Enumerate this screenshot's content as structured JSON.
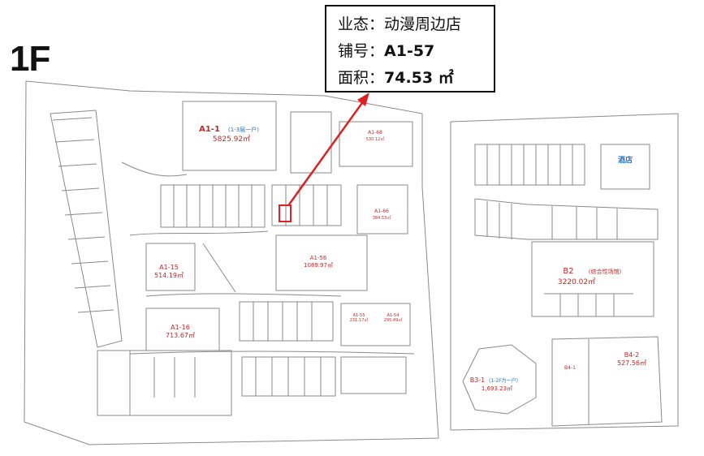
{
  "floor_label": "1F",
  "info_box": {
    "row1_label": "业态：",
    "row1_value": "动漫周边店",
    "row2_label": "铺号：",
    "row2_value": "A1-57",
    "row3_label": "面积：",
    "row3_value": "74.53 ㎡"
  },
  "colors": {
    "outline": "#8a8a8a",
    "unit_label": "#c0282a",
    "hotel_label": "#2b6fb5",
    "highlight": "#e02020",
    "pointer": "#e02020"
  },
  "units": {
    "a1_1": {
      "code": "A1-1",
      "note": "(1-3层一户)",
      "area": "5825.92㎡"
    },
    "a1_15": {
      "code": "A1-15",
      "area": "514.19㎡"
    },
    "a1_16": {
      "code": "A1-16",
      "area": "713.67㎡"
    },
    "a1_56": {
      "code": "A1-56",
      "area": "1089.97㎡"
    },
    "a1_66": {
      "code": "A1-66",
      "area": "384.53㎡"
    },
    "a1_68": {
      "code": "A1-68",
      "area": "530.12㎡"
    },
    "a1_55": {
      "code": "A1-55",
      "area": "231.17㎡"
    },
    "a1_54": {
      "code": "A1-54",
      "area": "295.49㎡"
    },
    "b2": {
      "code": "B2",
      "note": "(综合性场馆)",
      "area": "3220.02㎡"
    },
    "b3_1": {
      "code": "B3-1",
      "note": "(1-2F为一户)",
      "area": "1,693.23㎡"
    },
    "b4_2": {
      "code": "B4-2",
      "area": "527.56㎡"
    },
    "b4_1": {
      "code": "B4-1"
    },
    "hotel": {
      "name": "酒店"
    }
  }
}
